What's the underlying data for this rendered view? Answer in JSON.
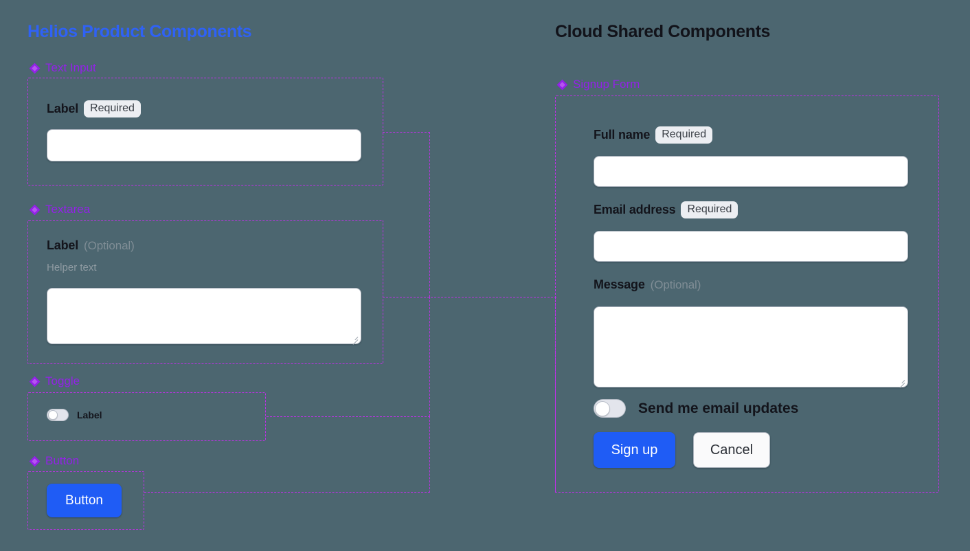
{
  "columns": {
    "left_title": "Helios Product Components",
    "right_title": "Cloud Shared Components"
  },
  "colors": {
    "canvas": "#4c6670",
    "left_title": "#2f62f5",
    "right_title": "#12131a",
    "component_label": "#9321e8",
    "panel_border": "#c02fe8",
    "primary_button": "#1f5cf5",
    "badge_bg": "#eceef2",
    "input_bg": "#ffffff"
  },
  "left_panels": [
    {
      "icon": "component-diamond-icon",
      "name": "Text Input",
      "label": "Label",
      "badge": "Required"
    },
    {
      "icon": "component-diamond-icon",
      "name": "Textarea",
      "label": "Label",
      "optional": "(Optional)",
      "helper": "Helper text"
    },
    {
      "icon": "component-diamond-icon",
      "name": "Toggle",
      "label": "Label",
      "toggle_state": "off"
    },
    {
      "icon": "component-diamond-icon",
      "name": "Button",
      "button_label": "Button"
    }
  ],
  "right_panel": {
    "icon": "component-diamond-icon",
    "name": "Signup Form",
    "fields": [
      {
        "label": "Full name",
        "badge": "Required",
        "type": "text"
      },
      {
        "label": "Email address",
        "badge": "Required",
        "type": "text"
      },
      {
        "label": "Message",
        "optional": "(Optional)",
        "type": "textarea"
      }
    ],
    "toggle": {
      "label": "Send me email updates",
      "state": "off"
    },
    "actions": {
      "primary": "Sign up",
      "secondary": "Cancel"
    }
  }
}
